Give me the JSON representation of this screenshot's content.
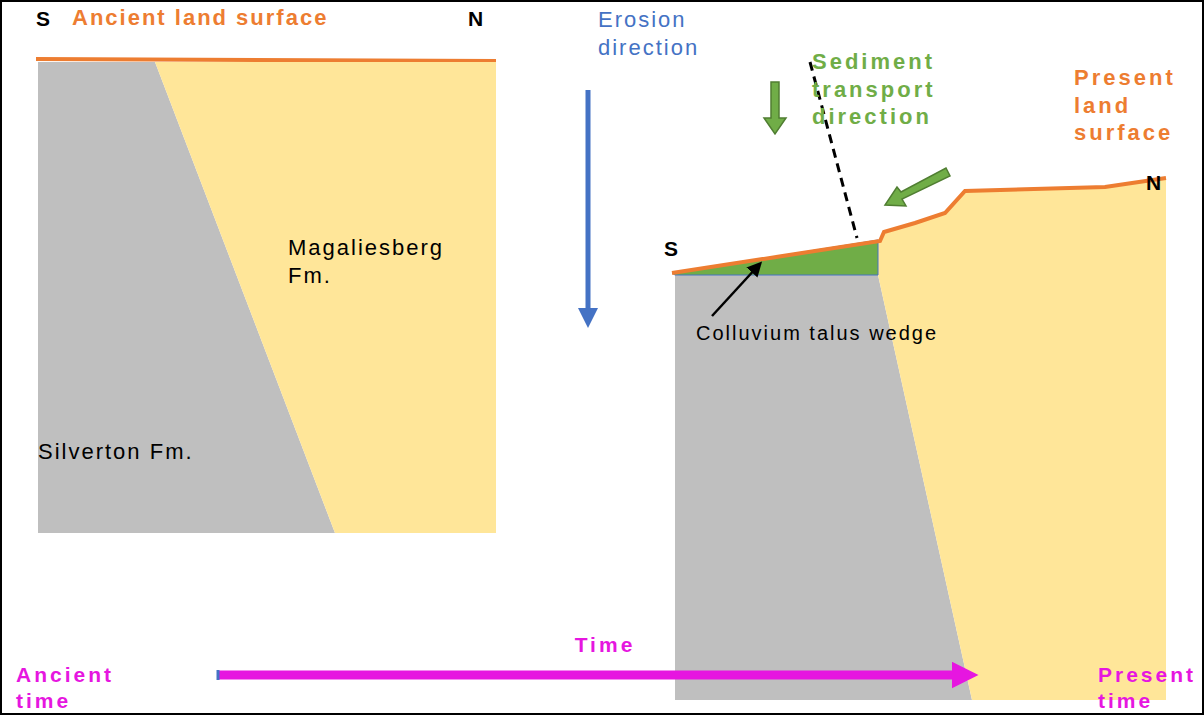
{
  "diagram": {
    "nodes": [
      {
        "text": [
          "Silverton Fm."
        ]
      },
      {
        "text": [
          "Magaliesberg Fm."
        ]
      }
    ],
    "labels": [
      "S",
      "Ancient land surface",
      "N",
      "Erosion direction",
      "Sediment transport direction",
      "Present land surface",
      "N",
      "S",
      "Colluvium talus wedge",
      "Time",
      "Ancient time",
      "Present time"
    ]
  }
}
